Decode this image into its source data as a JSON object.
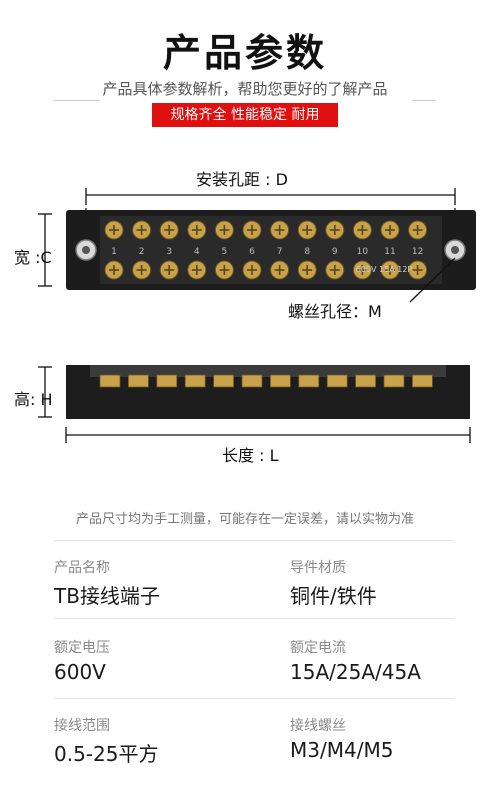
{
  "header": {
    "title": "产品参数",
    "subtitle": "产品具体参数解析，帮助您更好的了解产品",
    "tagline": "规格齐全 性能稳定 耐用"
  },
  "diagram": {
    "top_view": {
      "width_label": "安装孔距 : D",
      "height_label": "宽 :C",
      "hole_label": "螺丝孔径：M",
      "terminal_numbers": [
        "1",
        "2",
        "3",
        "4",
        "5",
        "6",
        "7",
        "8",
        "9",
        "10",
        "11",
        "12"
      ],
      "marking": "600V 15A 12P"
    },
    "side_view": {
      "height_label": "高: H",
      "length_label": "长度 : L"
    },
    "colors": {
      "body": "#1c1c1c",
      "screw": "#c7a24a",
      "dimension_line": "#111111"
    }
  },
  "note": "产品尺寸均为手工测量，可能存在一定误差，请以实物为准",
  "specs": [
    {
      "label": "产品名称",
      "value": "TB接线端子"
    },
    {
      "label": "导件材质",
      "value": "铜件/铁件"
    },
    {
      "label": "额定电压",
      "value": "600V"
    },
    {
      "label": "额定电流",
      "value": "15A/25A/45A"
    },
    {
      "label": "接线范围",
      "value": "0.5-25平方"
    },
    {
      "label": "接线螺丝",
      "value": "M3/M4/M5"
    }
  ]
}
